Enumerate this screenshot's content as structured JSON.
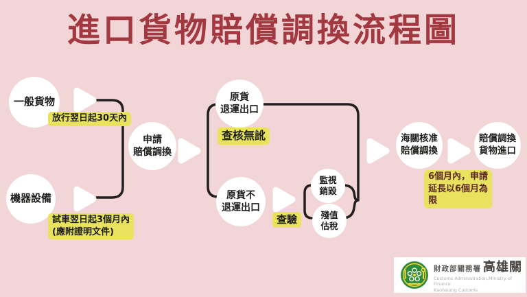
{
  "title": "進口貨物賠償調換流程圖",
  "nodes": {
    "general_goods": "一般貨物",
    "machinery": "機器設備",
    "apply": "申請\n賠償調換",
    "return_export": "原貨\n退運出口",
    "not_return_export": "原貨不\n退運出口",
    "supervised_destruction": "監視\n銷毀",
    "residual_tax": "殘值\n估稅",
    "customs_approve": "海關核准\n賠償調換",
    "import_replacement": "賠償調換\n貨物進口"
  },
  "labels": {
    "release_deadline": "放行翌日起30天內",
    "trial_deadline": "試車翌日起3個月內\n(應附證明文件)",
    "verified": "查核無訛",
    "inspection": "查驗",
    "six_months": "6個月內，申請\n延長以6個月為\n限"
  },
  "logo": {
    "agency_cn": "財政部關務署",
    "office_cn": "高雄關",
    "agency_en": "Customs Administration,Ministry of Finance",
    "office_en": "Kaohsiung Customs"
  },
  "colors": {
    "background": "#f2d5d6",
    "title_red": "#a23840",
    "highlight_yellow": "#e8e25f",
    "line_black": "#231f20",
    "node_white": "#ffffff",
    "six_months_text": "#5d2a25",
    "logo_green": "#2e8b3e",
    "logo_yellow": "#f5d93c"
  }
}
